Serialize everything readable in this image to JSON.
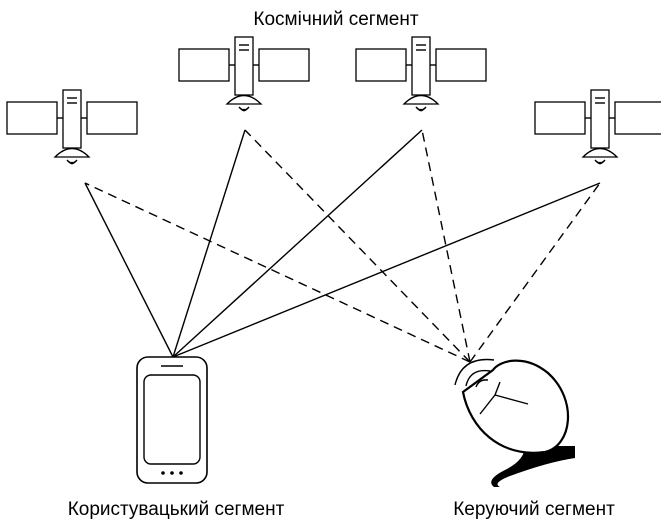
{
  "labels": {
    "space_segment": "Космічний сегмент",
    "user_segment": "Користувацький сегмент",
    "control_segment": "Керуючий сегмент"
  },
  "satellites": [
    "sat-1",
    "sat-2",
    "sat-3",
    "sat-4"
  ],
  "links": {
    "user_to_satellites": "solid",
    "control_to_satellites": "dashed"
  },
  "colors": {
    "stroke": "#000000",
    "background": "#ffffff"
  }
}
